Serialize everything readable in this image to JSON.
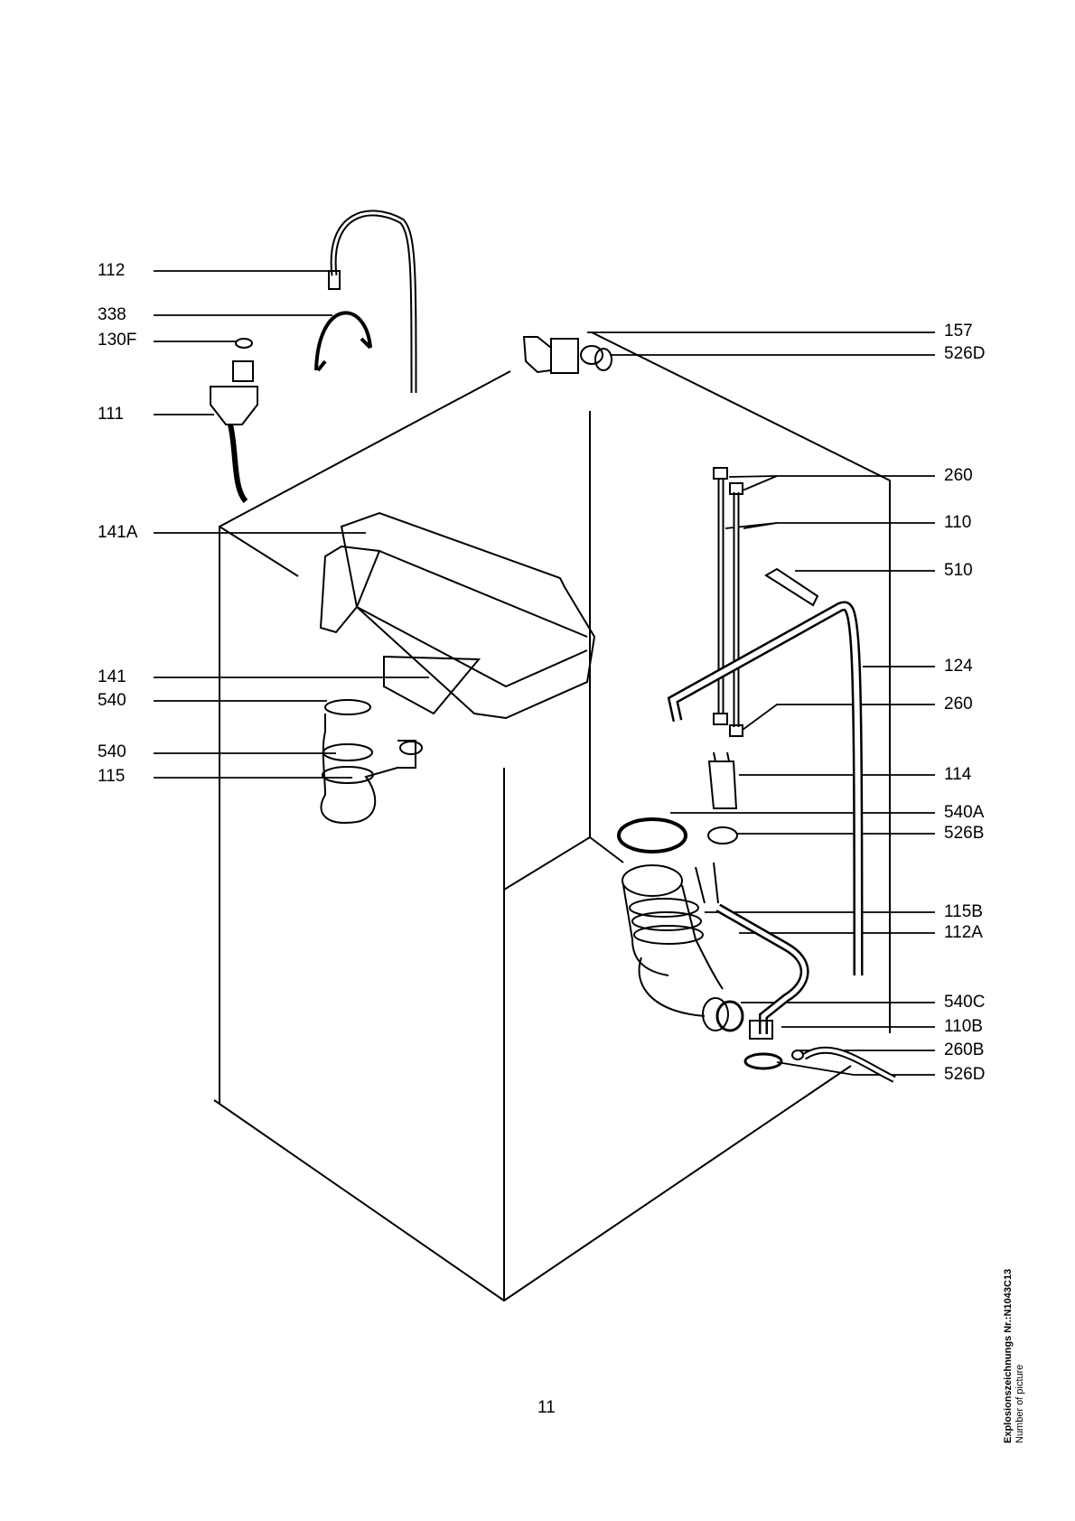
{
  "left_labels": [
    "112",
    "338",
    "130F",
    "111",
    "141A",
    "141",
    "540",
    "540",
    "115"
  ],
  "right_labels": [
    "157",
    "526D",
    "260",
    "110",
    "510",
    "124",
    "260",
    "114",
    "540A",
    "526B",
    "115B",
    "112A",
    "540C",
    "110B",
    "260B",
    "526D"
  ],
  "page_number": "11",
  "drawing_id": "Explosionszeichnungs  Nr.:N1043C13",
  "drawing_id_caption": "Number of picture"
}
